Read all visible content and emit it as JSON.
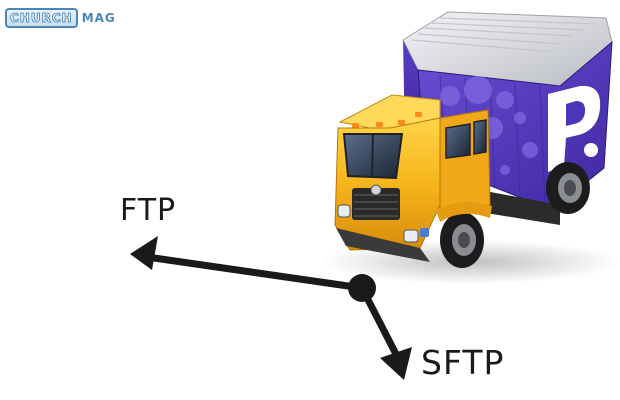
{
  "logo": {
    "part1": "CHURCH",
    "part2": "MAG"
  },
  "labels": {
    "ftp": "FTP",
    "sftp": "SFTP"
  },
  "truck": {
    "icon": "transmit-truck-icon",
    "badge": "p"
  },
  "colors": {
    "cab_yellow": "#f4b31a",
    "cargo_purple": "#4f35b8",
    "roof_gray": "#d6d8dc",
    "arrow": "#1a1a1a",
    "logo_blue": "#4a86b8"
  }
}
